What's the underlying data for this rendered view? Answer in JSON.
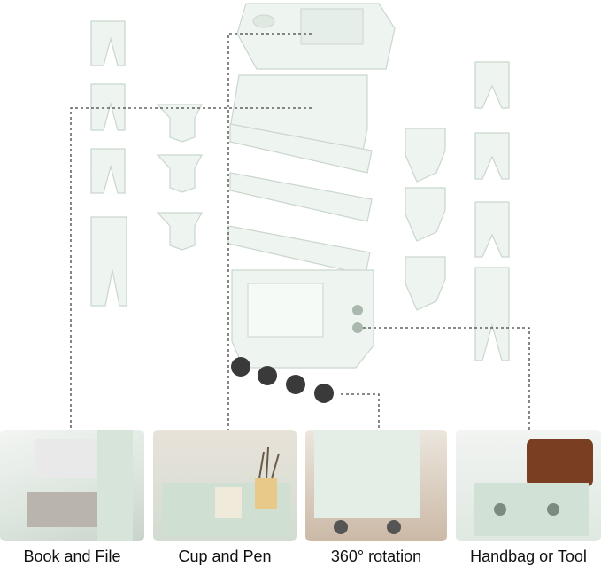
{
  "captions": {
    "book": "Book and File",
    "cup": "Cup and Pen",
    "rotation": "360° rotation",
    "handbag": "Handbag or Tool"
  },
  "colors": {
    "part": "#eef4ef",
    "wheel": "#3a3a3a",
    "background": "#ffffff"
  }
}
